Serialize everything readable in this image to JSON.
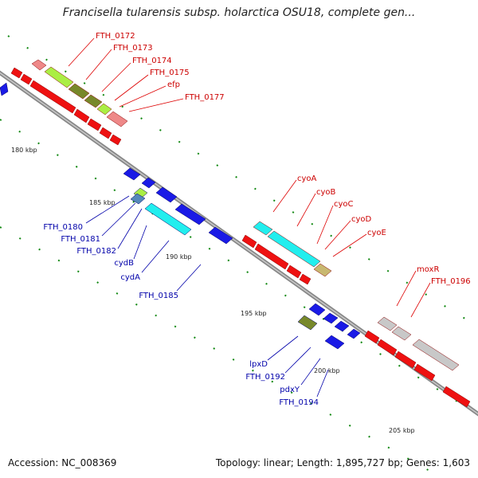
{
  "header": {
    "title": "Francisella tularensis subsp. holarctica OSU18, complete gen..."
  },
  "footer": {
    "accession": "Accession: NC_008369",
    "summary": "Topology: linear; Length: 1,895,727 bp; Genes: 1,603"
  },
  "ticks": [
    "180 kbp",
    "185 kbp",
    "190 kbp",
    "195 kbp",
    "200 kbp",
    "205 kbp"
  ],
  "top_labels": [
    "FTH_0172",
    "FTH_0173",
    "FTH_0174",
    "FTH_0175",
    "efp",
    "FTH_0177",
    "cyoA",
    "cyoB",
    "cyoC",
    "cyoD",
    "cyoE",
    "moxR",
    "FTH_0196"
  ],
  "bottom_labels": [
    "FTH_0180",
    "FTH_0181",
    "FTH_0182",
    "cydB",
    "cydA",
    "FTH_0185",
    "lpxD",
    "FTH_0192",
    "pdxY",
    "FTH_0194"
  ],
  "colors": {
    "forward": "#ee1111",
    "reverse": "#1a1ae6",
    "cyan": "#22eeee",
    "lime": "#aaee44",
    "olive": "#77882a",
    "pink": "#ee8888",
    "khaki": "#c8b870",
    "grey": "#c8c8c8",
    "backbone": "#888888",
    "tick_green": "#118811",
    "label_red": "#cc0000",
    "label_blue": "#0000aa"
  }
}
